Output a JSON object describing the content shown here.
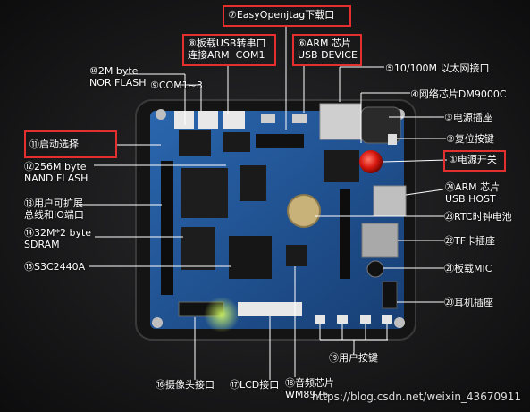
{
  "labels": {
    "easy_openjtag": "⑦EasyOpenjtag下载口",
    "board_usb": "⑧板载USB转串口\n连接ARM  COM1",
    "arm_usb_device": "⑥ARM 芯片\nUSB DEVICE",
    "nor_flash": "⑩2M byte\nNOR FLASH",
    "com": "⑨COM1~3",
    "ethernet": "⑤10/100M 以太网接口",
    "dm9000": "④网络芯片DM9000C",
    "power_socket": "③电源插座",
    "reset_button": "②复位按键",
    "power_switch": "①电源开关",
    "boot_select": "⑪启动选择",
    "nand_flash": "⑫256M byte\nNAND FLASH",
    "expand_bus": "⑬用户可扩展\n总线和IO端口",
    "sdram": "⑭32M*2 byte\nSDRAM",
    "s3c2440a": "⑮S3C2440A",
    "arm_usb_host": "㉔ARM 芯片\nUSB HOST",
    "rtc_battery": "㉓RTC时钟电池",
    "tf_slot": "㉒TF卡插座",
    "mic": "㉑板载MIC",
    "earphone": "⑳耳机插座",
    "user_keys": "⑲用户按键",
    "camera": "⑯摄像头接口",
    "lcd": "⑰LCD接口",
    "audio_chip": "⑱音频芯片\nWM8976",
    "watermark": "https://blog.csdn.net/weixin_43670911"
  },
  "colors": {
    "background": "#0f0f10",
    "board": "#1f4f8f",
    "highlight_box": "#e3302f",
    "leader_line": "#ffffff"
  }
}
